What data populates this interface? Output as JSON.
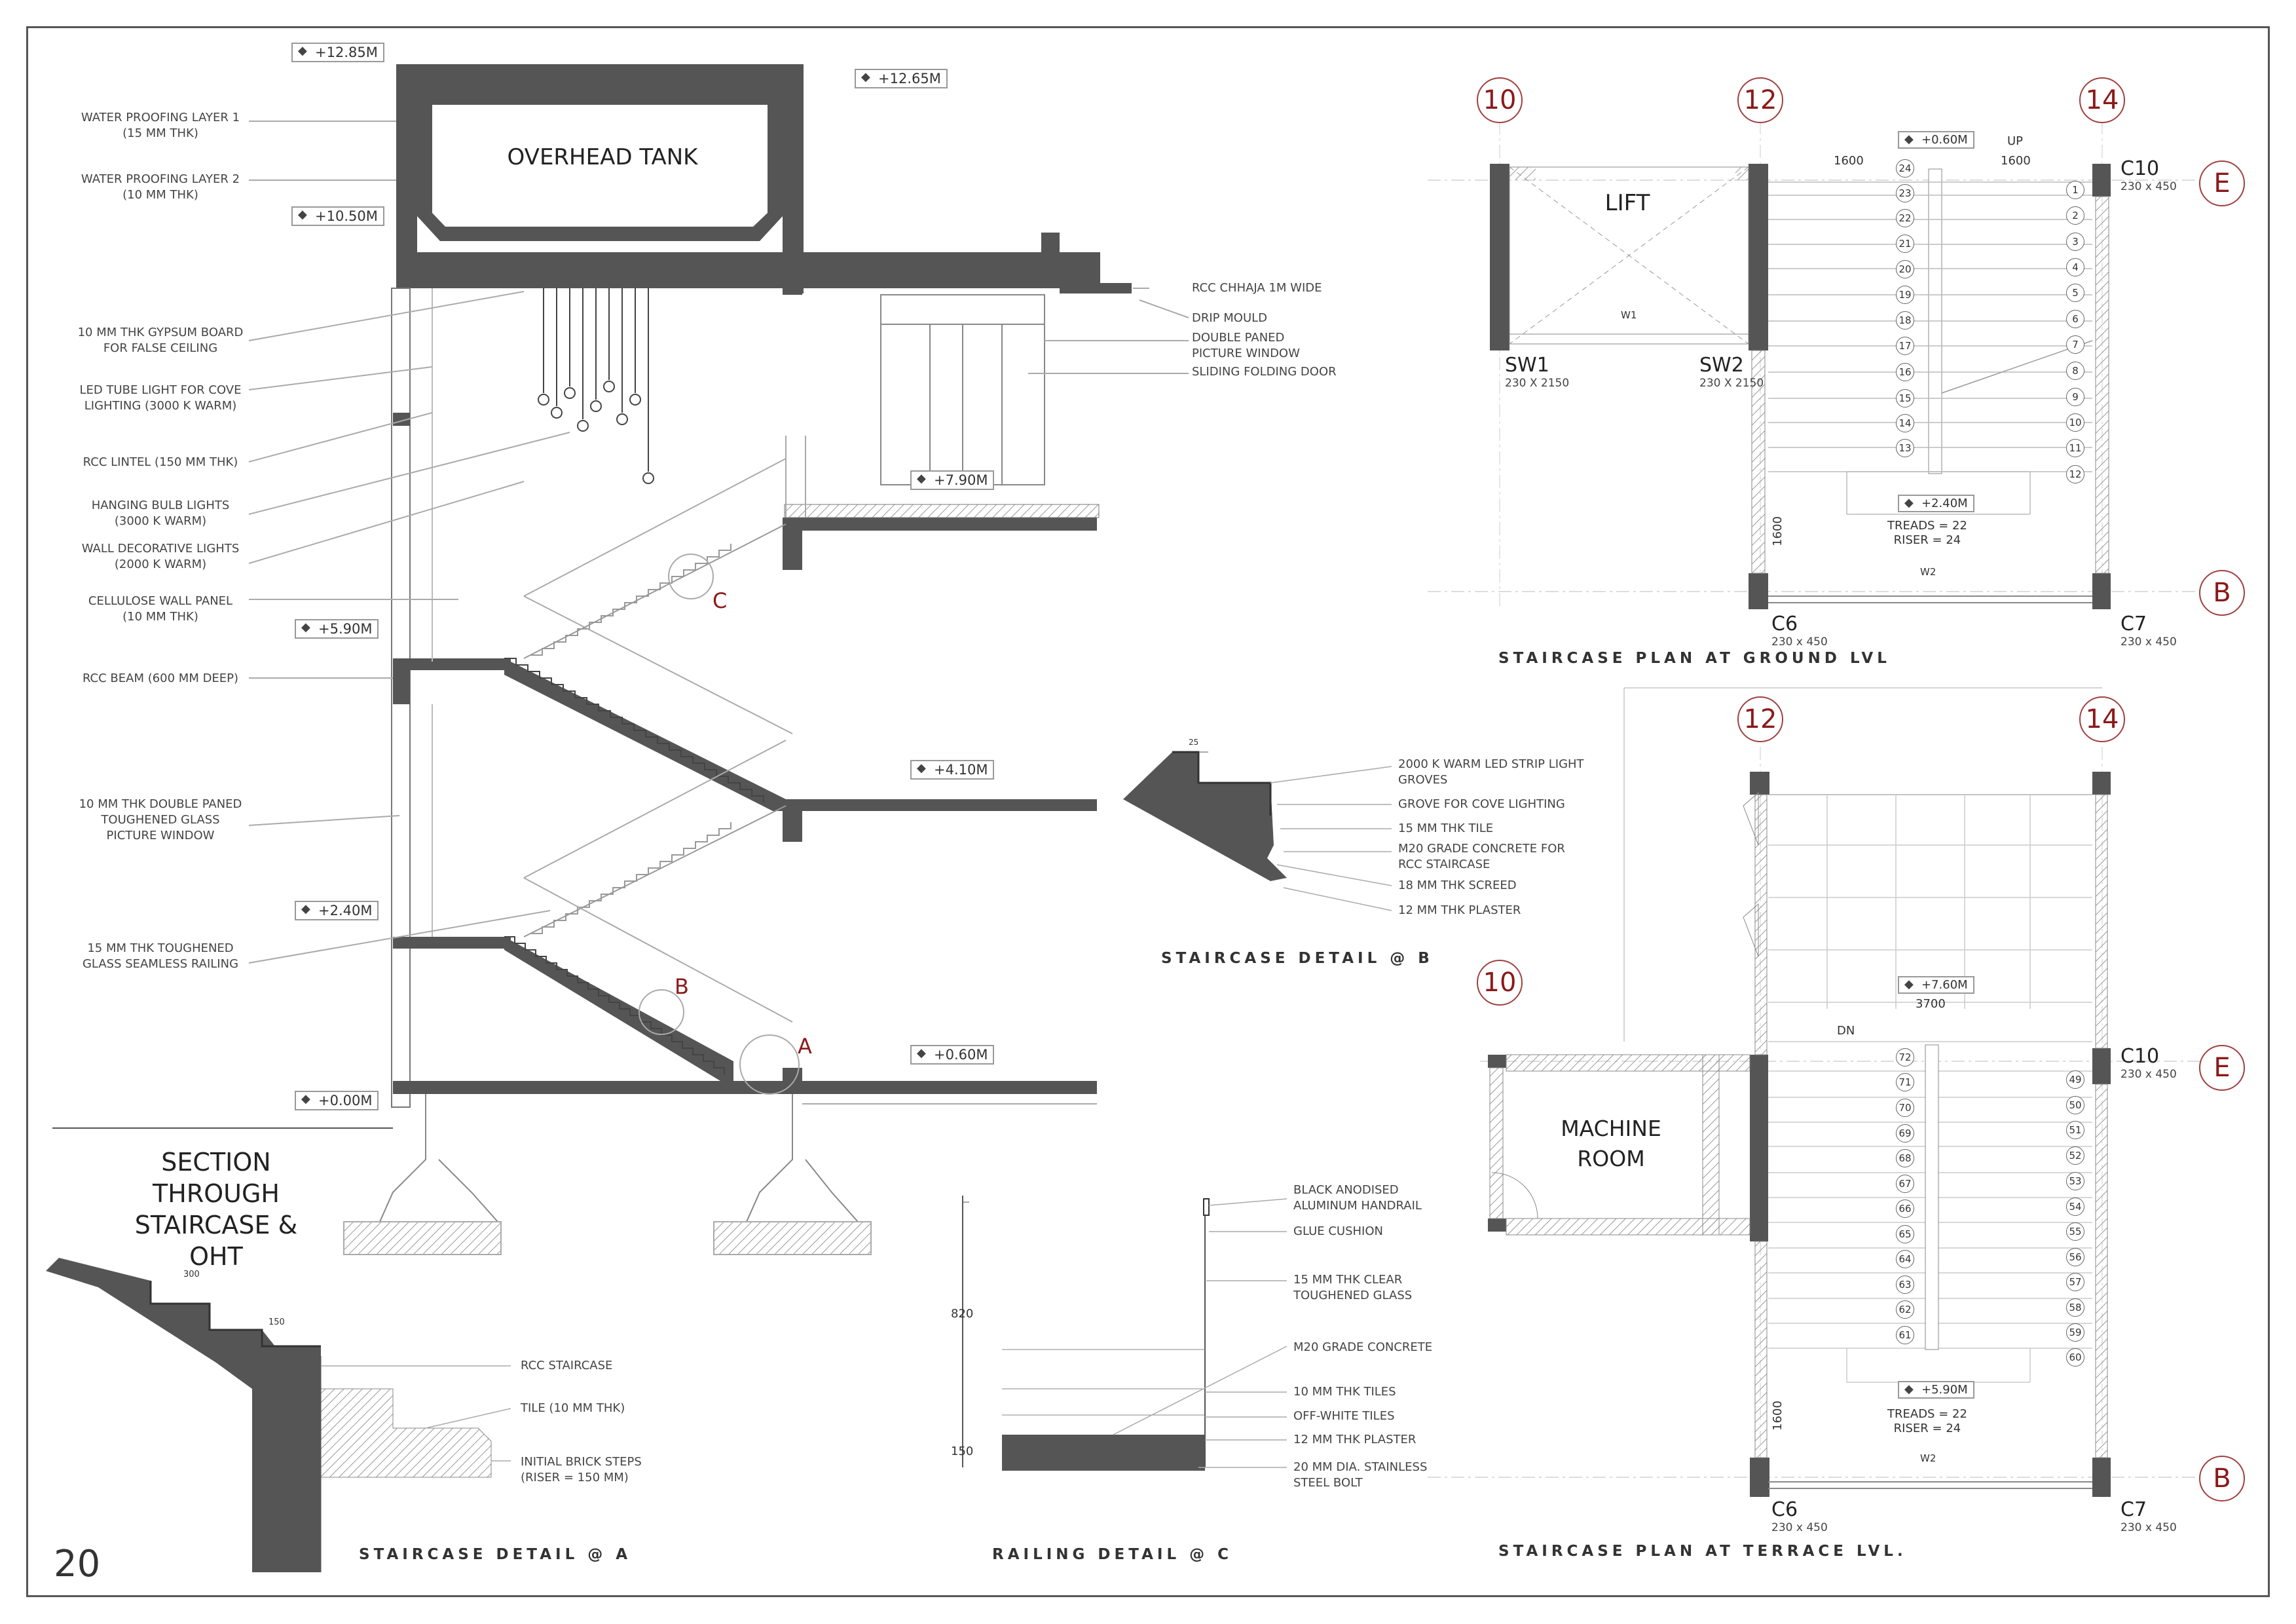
{
  "page_number": "20",
  "section": {
    "title": "SECTION THROUGH\nSTAIRCASE & OHT",
    "overhead_tank": "OVERHEAD TANK",
    "levels": [
      "+12.85M",
      "+12.65M",
      "+10.50M",
      "+7.90M",
      "+5.90M",
      "+4.10M",
      "+2.40M",
      "+0.60M",
      "+0.00M"
    ],
    "markers": [
      "C",
      "B",
      "A"
    ],
    "notes_left": [
      "WATER PROOFING LAYER 1\n(15 MM THK)",
      "WATER PROOFING LAYER 2\n(10 MM THK)",
      "10 MM THK GYPSUM BOARD\nFOR FALSE CEILING",
      "LED TUBE LIGHT FOR COVE\nLIGHTING (3000 K WARM)",
      "RCC LINTEL (150 MM THK)",
      "HANGING BULB LIGHTS\n(3000 K WARM)",
      "WALL DECORATIVE LIGHTS\n(2000 K WARM)",
      "CELLULOSE WALL PANEL\n(10 MM THK)",
      "RCC BEAM (600 MM DEEP)",
      "10 MM THK DOUBLE PANED\nTOUGHENED GLASS\nPICTURE WINDOW",
      "15 MM THK TOUGHENED\nGLASS SEAMLESS RAILING"
    ],
    "notes_right": [
      "RCC CHHAJA 1M WIDE",
      "DRIP MOULD",
      "DOUBLE PANED\nPICTURE WINDOW",
      "SLIDING FOLDING DOOR"
    ]
  },
  "detail_b": {
    "caption": "STAIRCASE DETAIL @ B",
    "dim": "25",
    "notes": [
      "2000 K WARM LED STRIP LIGHT\nGROVES",
      "GROVE FOR COVE LIGHTING",
      "15 MM THK TILE",
      "M20 GRADE CONCRETE  FOR\nRCC  STAIRCASE",
      "18 MM THK SCREED",
      "12 MM THK PLASTER"
    ]
  },
  "detail_a": {
    "caption": "STAIRCASE DETAIL @ A",
    "dims": [
      "300",
      "150"
    ],
    "notes": [
      "RCC STAIRCASE",
      "TILE (10 MM THK)",
      "INITIAL BRICK STEPS\n(RISER = 150 MM)"
    ]
  },
  "detail_c": {
    "caption": "RAILING DETAIL @ C",
    "dims": [
      "820",
      "150"
    ],
    "notes": [
      "BLACK ANODISED\n ALUMINUM HANDRAIL",
      "GLUE CUSHION",
      "15 MM THK CLEAR\nTOUGHENED GLASS",
      "M20 GRADE CONCRETE",
      "10 MM THK TILES",
      "OFF-WHITE TILES",
      "12 MM THK PLASTER",
      "20 MM DIA. STAINLESS\nSTEEL BOLT"
    ]
  },
  "plan_ground": {
    "caption": "STAIRCASE PLAN AT GROUND LVL",
    "grid_numbers": [
      "10",
      "12",
      "14"
    ],
    "grid_letters": [
      "E",
      "B"
    ],
    "room": "LIFT",
    "columns": [
      {
        "name": "SW1",
        "size": "230 X 2150"
      },
      {
        "name": "SW2",
        "size": "230 X 2150"
      },
      {
        "name": "C10",
        "size": "230 x 450"
      },
      {
        "name": "C6",
        "size": "230 x 450"
      },
      {
        "name": "C7",
        "size": "230 x 450"
      }
    ],
    "level_top": "+0.60M",
    "level_mid": "+2.40M",
    "up": "UP",
    "dims": [
      "1600",
      "1600",
      "1600"
    ],
    "window_tags": [
      "W1",
      "W2"
    ],
    "treads_riser": "TREADS = 22\nRISER = 24",
    "steps_left": [
      "24",
      "23",
      "22",
      "21",
      "20",
      "19",
      "18",
      "17",
      "16",
      "15",
      "14",
      "13"
    ],
    "steps_right": [
      "1",
      "2",
      "3",
      "4",
      "5",
      "6",
      "7",
      "8",
      "9",
      "10",
      "11",
      "12"
    ]
  },
  "plan_terrace": {
    "caption": "STAIRCASE PLAN AT TERRACE LVL.",
    "grid_numbers": [
      "12",
      "14",
      "10"
    ],
    "grid_letters": [
      "E",
      "B"
    ],
    "room": "MACHINE\nROOM",
    "columns": [
      {
        "name": "C10",
        "size": "230 x 450"
      },
      {
        "name": "C6",
        "size": "230 x 450"
      },
      {
        "name": "C7",
        "size": "230 x 450"
      }
    ],
    "level_top": "+7.60M",
    "level_mid": "+5.90M",
    "dn": "DN",
    "dims": [
      "3700",
      "1600"
    ],
    "window_tag": "W2",
    "treads_riser": "TREADS = 22\nRISER = 24",
    "steps_left": [
      "72",
      "71",
      "70",
      "69",
      "68",
      "67",
      "66",
      "65",
      "64",
      "63",
      "62",
      "61"
    ],
    "steps_right": [
      "49",
      "50",
      "51",
      "52",
      "53",
      "54",
      "55",
      "56",
      "57",
      "58",
      "59",
      "60"
    ]
  }
}
